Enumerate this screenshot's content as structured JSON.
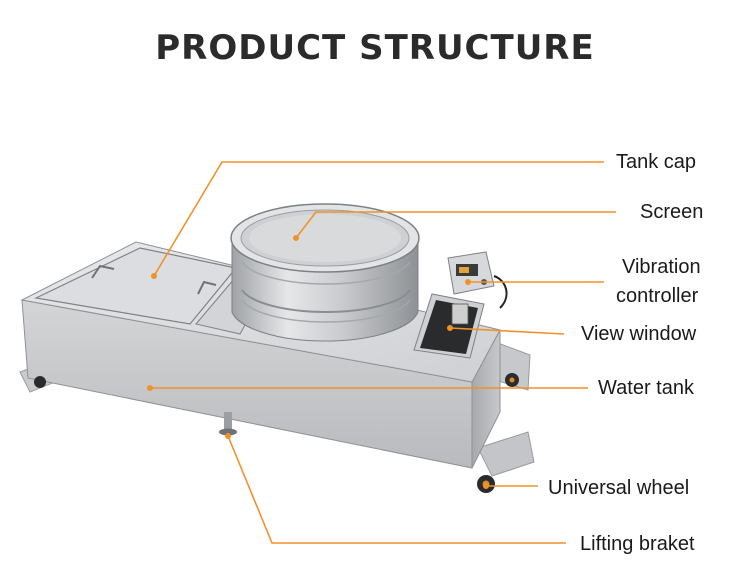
{
  "title": "PRODUCT STRUCTURE",
  "accent_color": "#f0922b",
  "labels": {
    "tank_cap": "Tank cap",
    "screen": "Screen",
    "vibration_controller_line1": "Vibration",
    "vibration_controller_line2": "controller",
    "view_window": "View window",
    "water_tank": "Water tank",
    "universal_wheel": "Universal wheel",
    "lifting_bracket": "Lifting braket"
  }
}
